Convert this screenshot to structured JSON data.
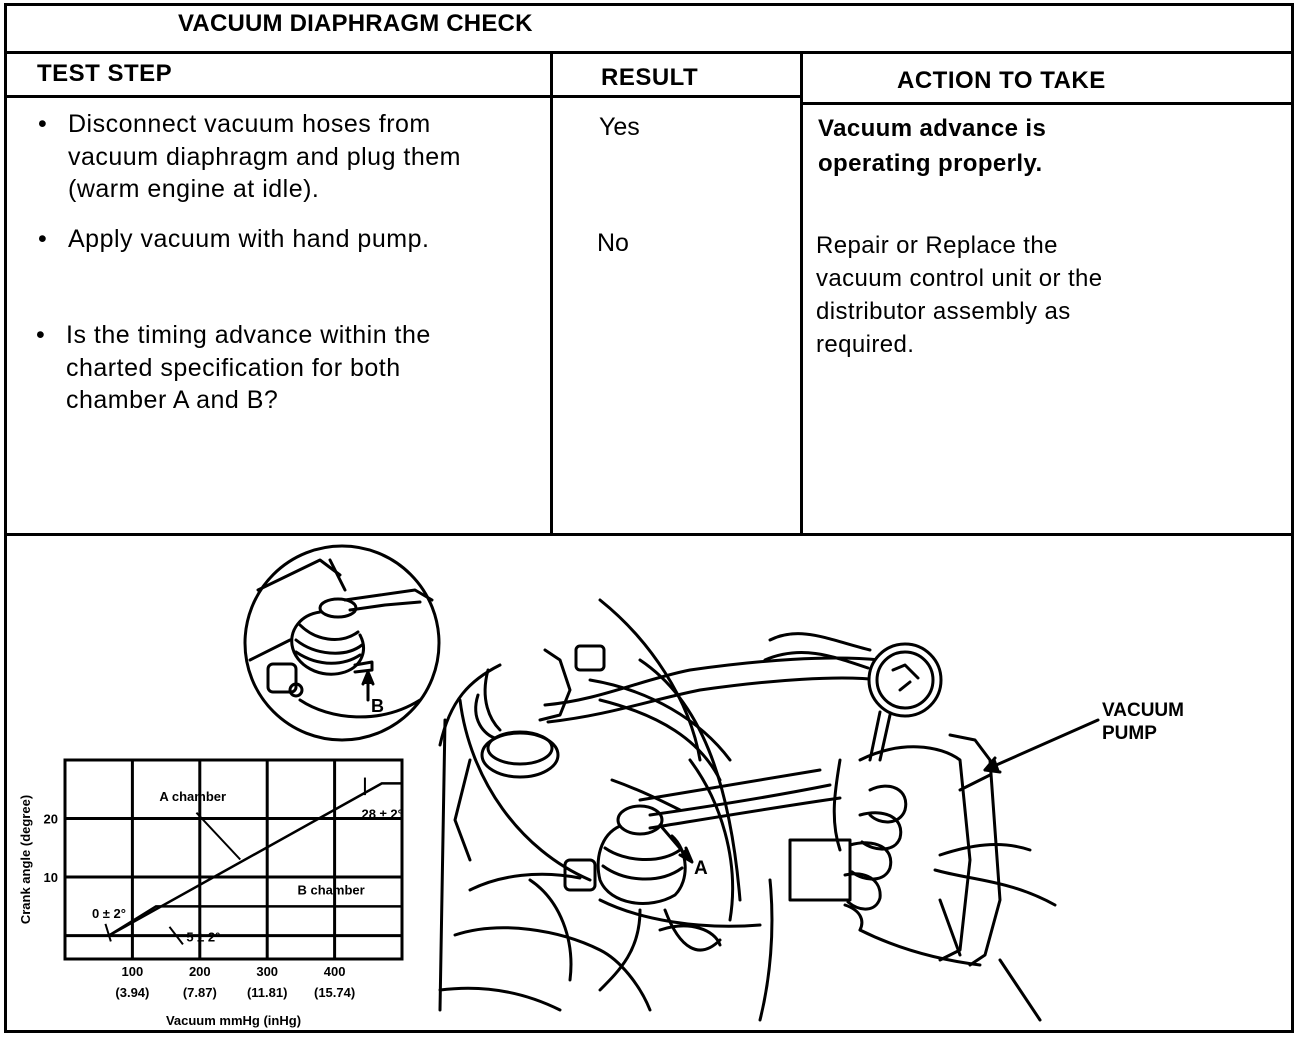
{
  "title": "VACUUM DIAPHRAGM CHECK",
  "columns": {
    "test_step": "TEST STEP",
    "result": "RESULT",
    "action": "ACTION TO TAKE"
  },
  "steps": [
    {
      "bullet": "•",
      "lines": [
        "Disconnect vacuum hoses from",
        "vacuum diaphragm and plug them",
        "(warm engine at idle)."
      ]
    },
    {
      "bullet": "•",
      "lines": [
        "Apply vacuum with hand pump."
      ]
    },
    {
      "bullet": "•",
      "lines": [
        "Is the timing advance within the",
        "charted specification for both",
        "chamber A and B?"
      ]
    }
  ],
  "results": [
    {
      "result": "Yes",
      "action_lines": [
        "Vacuum advance is",
        "operating properly."
      ]
    },
    {
      "result": "No",
      "action_lines": [
        "Repair or Replace the",
        "vacuum control unit or the",
        "distributor assembly as",
        "required."
      ]
    }
  ],
  "illustration": {
    "callout_vacuum_pump": [
      "VACUUM",
      "PUMP"
    ],
    "callout_a": "A",
    "inset_callout_b": "B"
  },
  "chart_data": {
    "type": "line",
    "xlabel": "Vacuum mmHg (inHg)",
    "ylabel": "Crank angle (degree)",
    "x_ticks": [
      {
        "value": 100,
        "label": "100",
        "sub": "(3.94)"
      },
      {
        "value": 200,
        "label": "200",
        "sub": "(7.87)"
      },
      {
        "value": 300,
        "label": "300",
        "sub": "(11.81)"
      },
      {
        "value": 400,
        "label": "400",
        "sub": "(15.74)"
      }
    ],
    "y_ticks": [
      {
        "value": 10,
        "label": "10"
      },
      {
        "value": 20,
        "label": "20"
      }
    ],
    "xlim": [
      0,
      500
    ],
    "ylim": [
      -4,
      30
    ],
    "grid": true,
    "series": [
      {
        "name": "A chamber",
        "x": [
          65,
          470,
          500
        ],
        "y": [
          0,
          26,
          26
        ]
      },
      {
        "name": "B chamber",
        "x": [
          65,
          135,
          500
        ],
        "y": [
          0,
          5,
          5
        ]
      }
    ],
    "annotations": [
      {
        "text": "A chamber",
        "x": 140,
        "y": 23
      },
      {
        "text": "B chamber",
        "x": 345,
        "y": 7
      },
      {
        "text": "28 ± 2°",
        "x": 440,
        "y": 20
      },
      {
        "text": "0 ± 2°",
        "x": 40,
        "y": 3
      },
      {
        "text": "5 ± 2°",
        "x": 180,
        "y": -1
      }
    ]
  }
}
